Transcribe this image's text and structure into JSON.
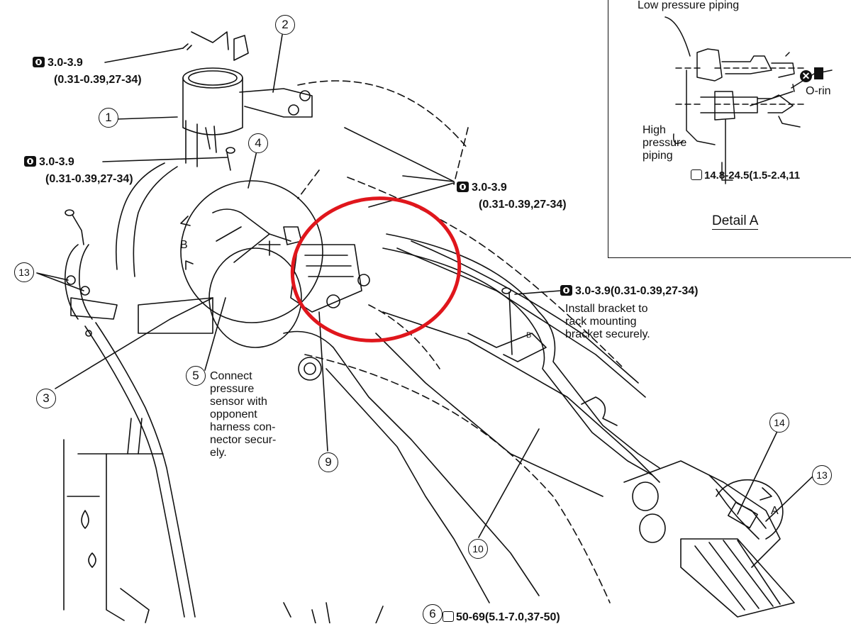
{
  "torque_labels": {
    "t1_value": "3.0-3.9",
    "t1_sub": "(0.31-0.39,27-34)",
    "t2_value": "3.0-3.9",
    "t2_sub": "(0.31-0.39,27-34)",
    "t3_value": "3.0-3.9",
    "t3_sub": "(0.31-0.39,27-34)",
    "t4_value": "3.0-3.9(0.31-0.39,27-34)",
    "t5_value": "50-69(5.1-7.0,37-50)"
  },
  "notes": {
    "bracket_line1": "Install bracket to",
    "bracket_line2": "rack mounting",
    "bracket_line3": "bracket securely.",
    "sensor_line1": "Connect",
    "sensor_line2": "pressure",
    "sensor_line3": "sensor with",
    "sensor_line4": "opponent",
    "sensor_line5": "harness con-",
    "sensor_line6": "nector secur-",
    "sensor_line7": "ely."
  },
  "callouts": {
    "c1": "1",
    "c2": "2",
    "c3": "3",
    "c4": "4",
    "c5": "5",
    "c6": "6",
    "c9": "9",
    "c10": "10",
    "c13a": "13",
    "c13b": "13",
    "c14": "14"
  },
  "view_markers": {
    "a": "A",
    "b": "B",
    "b_small": "B"
  },
  "detail": {
    "title": "Detail A",
    "low_pressure": "Low pressure piping",
    "high_line1": "High",
    "high_line2": "pressure",
    "high_line3": "piping",
    "oring": "O-rin",
    "torque": "14.8-24.5(1.5-2.4,11"
  },
  "colors": {
    "highlight_circle": "#e0161c",
    "line": "#111111"
  },
  "icons": [
    "torque-wrench-icon",
    "torque-icon",
    "no-reuse-icon"
  ]
}
